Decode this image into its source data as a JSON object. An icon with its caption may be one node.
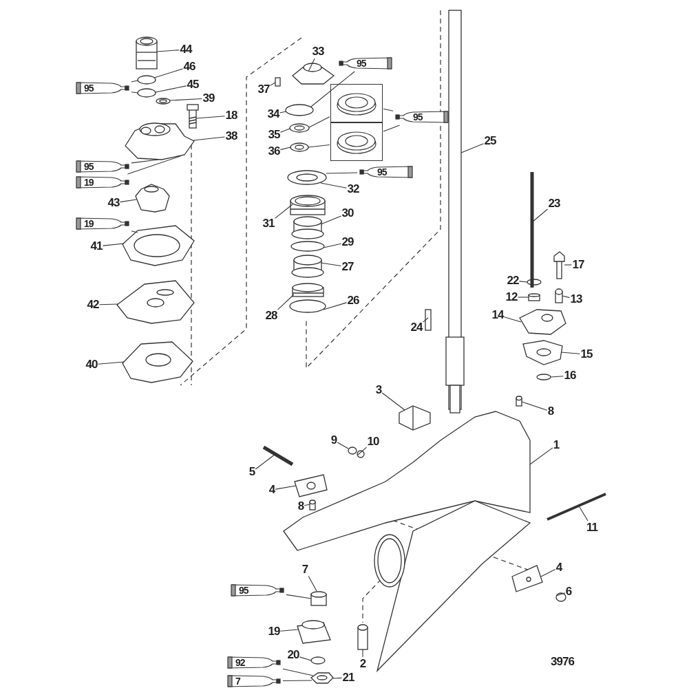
{
  "diagram": {
    "nodes": [
      {
        "text": [
          "44"
        ]
      },
      {
        "text": [
          "46"
        ]
      },
      {
        "text": [
          "95"
        ]
      },
      {
        "text": [
          "45"
        ]
      },
      {
        "text": [
          "39"
        ]
      },
      {
        "text": [
          "18"
        ]
      },
      {
        "text": [
          "38"
        ]
      },
      {
        "text": [
          "95"
        ]
      },
      {
        "text": [
          "19"
        ]
      },
      {
        "text": [
          "43"
        ]
      },
      {
        "text": [
          "19"
        ]
      },
      {
        "text": [
          "41"
        ]
      },
      {
        "text": [
          "42"
        ]
      },
      {
        "text": [
          "40"
        ]
      },
      {
        "text": [
          "37"
        ]
      },
      {
        "text": [
          "33"
        ]
      },
      {
        "text": [
          "95"
        ]
      },
      {
        "text": [
          "34"
        ]
      },
      {
        "text": [
          "35"
        ]
      },
      {
        "text": [
          "36"
        ]
      },
      {
        "text": [],
        "shape": "box"
      },
      {
        "text": [],
        "shape": "box"
      },
      {
        "text": [
          "95"
        ]
      },
      {
        "text": [
          "95"
        ]
      },
      {
        "text": [
          "32"
        ]
      },
      {
        "text": [
          "31"
        ]
      },
      {
        "text": [
          "30"
        ]
      },
      {
        "text": [
          "29"
        ]
      },
      {
        "text": [
          "27"
        ]
      },
      {
        "text": [
          "28"
        ]
      },
      {
        "text": [
          "26"
        ]
      },
      {
        "text": [
          "25"
        ]
      },
      {
        "text": [
          "23"
        ]
      },
      {
        "text": [
          "17"
        ]
      },
      {
        "text": [
          "22"
        ]
      },
      {
        "text": [
          "12"
        ]
      },
      {
        "text": [
          "13"
        ]
      },
      {
        "text": [
          "14"
        ]
      },
      {
        "text": [
          "15"
        ]
      },
      {
        "text": [
          "16"
        ]
      },
      {
        "text": [
          "8"
        ]
      },
      {
        "text": [
          "24"
        ]
      },
      {
        "text": [
          "3"
        ]
      },
      {
        "text": [
          "1"
        ]
      },
      {
        "text": [
          "9"
        ]
      },
      {
        "text": [
          "10"
        ]
      },
      {
        "text": [
          "5"
        ]
      },
      {
        "text": [
          "4"
        ]
      },
      {
        "text": [
          "8"
        ]
      },
      {
        "text": [
          "11"
        ]
      },
      {
        "text": [
          "7"
        ]
      },
      {
        "text": [
          "95"
        ]
      },
      {
        "text": [
          "4"
        ]
      },
      {
        "text": [
          "6"
        ]
      },
      {
        "text": [
          "19"
        ]
      },
      {
        "text": [
          "2"
        ]
      },
      {
        "text": [
          "20"
        ]
      },
      {
        "text": [
          "92"
        ]
      },
      {
        "text": [
          "21"
        ]
      },
      {
        "text": [
          "7"
        ]
      },
      {
        "text": [],
        "shape": "picture"
      },
      {
        "text": [],
        "shape": "circle"
      },
      {
        "text": [],
        "shape": "cylinder"
      },
      {
        "text": [],
        "shape": "cylinder"
      },
      {
        "text": [],
        "shape": "circle"
      },
      {
        "text": [],
        "shape": "circle"
      },
      {
        "text": [],
        "shape": "cylinder"
      },
      {
        "text": [],
        "shape": "cylinder"
      },
      {
        "text": [],
        "shape": "circle"
      },
      {
        "text": [],
        "shape": "circle"
      },
      {
        "text": [],
        "shape": "picture"
      },
      {
        "text": [],
        "shape": "box"
      },
      {
        "text": [],
        "shape": "picture"
      },
      {
        "text": [],
        "shape": "circle"
      },
      {
        "text": [],
        "shape": "circle"
      },
      {
        "text": [],
        "shape": "picture"
      },
      {
        "text": [],
        "shape": "picture"
      },
      {
        "text": [],
        "shape": "picture"
      },
      {
        "text": [],
        "shape": "picture"
      },
      {
        "text": [],
        "shape": "picture"
      },
      {
        "text": [],
        "shape": "picture"
      },
      {
        "text": [],
        "shape": "picture"
      },
      {
        "text": [],
        "shape": "picture"
      },
      {
        "text": [],
        "shape": "circle"
      },
      {
        "text": [],
        "shape": "picture"
      },
      {
        "text": [],
        "shape": "picture"
      },
      {
        "text": [],
        "shape": "picture"
      },
      {
        "text": [],
        "shape": "picture"
      },
      {
        "text": [],
        "shape": "circle"
      },
      {
        "text": [],
        "shape": "picture"
      },
      {
        "text": [],
        "shape": "picture"
      },
      {
        "text": [],
        "shape": "circle"
      },
      {
        "text": [],
        "shape": "picture"
      },
      {
        "text": [],
        "shape": "bar"
      },
      {
        "text": [],
        "shape": "picture"
      },
      {
        "text": [],
        "shape": "picture"
      },
      {
        "text": [],
        "shape": "picture"
      },
      {
        "text": [],
        "shape": "circle"
      },
      {
        "text": [],
        "shape": "cylinder"
      },
      {
        "text": [],
        "shape": "box"
      },
      {
        "text": [],
        "shape": "picture"
      },
      {
        "text": [],
        "shape": "picture"
      },
      {
        "text": [],
        "shape": "bar"
      },
      {
        "text": [],
        "shape": "picture"
      },
      {
        "text": [],
        "shape": "bar"
      },
      {
        "text": [],
        "shape": "picture"
      },
      {
        "text": [],
        "shape": "picture"
      },
      {
        "text": [],
        "shape": "picture"
      }
    ],
    "edges": [
      {
        "from": 0,
        "to": 72,
        "arrow": "none"
      },
      {
        "from": 1,
        "to": 73,
        "arrow": "none"
      },
      {
        "from": 2,
        "to": 73,
        "arrow": "none"
      },
      {
        "from": 2,
        "to": 74,
        "arrow": "none"
      },
      {
        "from": 3,
        "to": 74,
        "arrow": "none"
      },
      {
        "from": 4,
        "to": 75,
        "arrow": "none"
      },
      {
        "from": 5,
        "to": 76,
        "arrow": "none"
      },
      {
        "from": 6,
        "to": 77,
        "arrow": "none"
      },
      {
        "from": 7,
        "to": 77,
        "arrow": "none"
      },
      {
        "from": 8,
        "to": 77,
        "arrow": "none"
      },
      {
        "from": 9,
        "to": 78,
        "arrow": "none"
      },
      {
        "from": 10,
        "to": 79,
        "arrow": "none"
      },
      {
        "from": 11,
        "to": 79,
        "arrow": "none"
      },
      {
        "from": 12,
        "to": 80,
        "arrow": "none"
      },
      {
        "from": 13,
        "to": 81,
        "arrow": "none"
      },
      {
        "from": 14,
        "to": 71,
        "arrow": "none"
      },
      {
        "from": 15,
        "to": 82,
        "arrow": "none"
      },
      {
        "from": 16,
        "to": 83,
        "arrow": "none"
      },
      {
        "from": 17,
        "to": 83,
        "arrow": "none"
      },
      {
        "from": 18,
        "to": 60,
        "arrow": "none"
      },
      {
        "from": 19,
        "to": 84,
        "arrow": "none"
      },
      {
        "from": 20,
        "to": 60,
        "arrow": "none"
      },
      {
        "from": 21,
        "to": 84,
        "arrow": "none"
      },
      {
        "from": 22,
        "to": 20,
        "arrow": "none"
      },
      {
        "from": 22,
        "to": 21,
        "arrow": "none"
      },
      {
        "from": 23,
        "to": 85,
        "arrow": "none"
      },
      {
        "from": 24,
        "to": 85,
        "arrow": "none"
      },
      {
        "from": 25,
        "to": 86,
        "arrow": "none"
      },
      {
        "from": 26,
        "to": 87,
        "arrow": "none"
      },
      {
        "from": 27,
        "to": 88,
        "arrow": "none"
      },
      {
        "from": 28,
        "to": 89,
        "arrow": "none"
      },
      {
        "from": 29,
        "to": 90,
        "arrow": "none"
      },
      {
        "from": 30,
        "to": 91,
        "arrow": "none"
      },
      {
        "from": 31,
        "to": 92,
        "arrow": "none"
      },
      {
        "from": 32,
        "to": 93,
        "arrow": "none"
      },
      {
        "from": 33,
        "to": 94,
        "arrow": "none"
      },
      {
        "from": 34,
        "to": 61,
        "arrow": "none"
      },
      {
        "from": 35,
        "to": 62,
        "arrow": "none"
      },
      {
        "from": 36,
        "to": 63,
        "arrow": "none"
      },
      {
        "from": 37,
        "to": 95,
        "arrow": "none"
      },
      {
        "from": 38,
        "to": 96,
        "arrow": "none"
      },
      {
        "from": 39,
        "to": 97,
        "arrow": "none"
      },
      {
        "from": 40,
        "to": 98,
        "arrow": "none"
      },
      {
        "from": 41,
        "to": 99,
        "arrow": "none"
      },
      {
        "from": 42,
        "to": 100,
        "arrow": "none"
      },
      {
        "from": 43,
        "to": 101,
        "arrow": "none"
      },
      {
        "from": 44,
        "to": 64,
        "arrow": "none"
      },
      {
        "from": 45,
        "to": 65,
        "arrow": "none"
      },
      {
        "from": 46,
        "to": 102,
        "arrow": "none"
      },
      {
        "from": 47,
        "to": 103,
        "arrow": "none"
      },
      {
        "from": 48,
        "to": 66,
        "arrow": "none"
      },
      {
        "from": 49,
        "to": 104,
        "arrow": "none"
      },
      {
        "from": 50,
        "to": 67,
        "arrow": "none"
      },
      {
        "from": 51,
        "to": 67,
        "arrow": "none"
      },
      {
        "from": 52,
        "to": 105,
        "arrow": "none"
      },
      {
        "from": 53,
        "to": 68,
        "arrow": "none"
      },
      {
        "from": 54,
        "to": 106,
        "arrow": "none"
      },
      {
        "from": 55,
        "to": 107,
        "arrow": "none"
      },
      {
        "from": 56,
        "to": 69,
        "arrow": "none"
      },
      {
        "from": 57,
        "to": 70,
        "arrow": "none"
      },
      {
        "from": 58,
        "to": 70,
        "arrow": "none"
      },
      {
        "from": 59,
        "to": 70,
        "arrow": "none"
      }
    ],
    "labels": [
      "3976"
    ]
  }
}
